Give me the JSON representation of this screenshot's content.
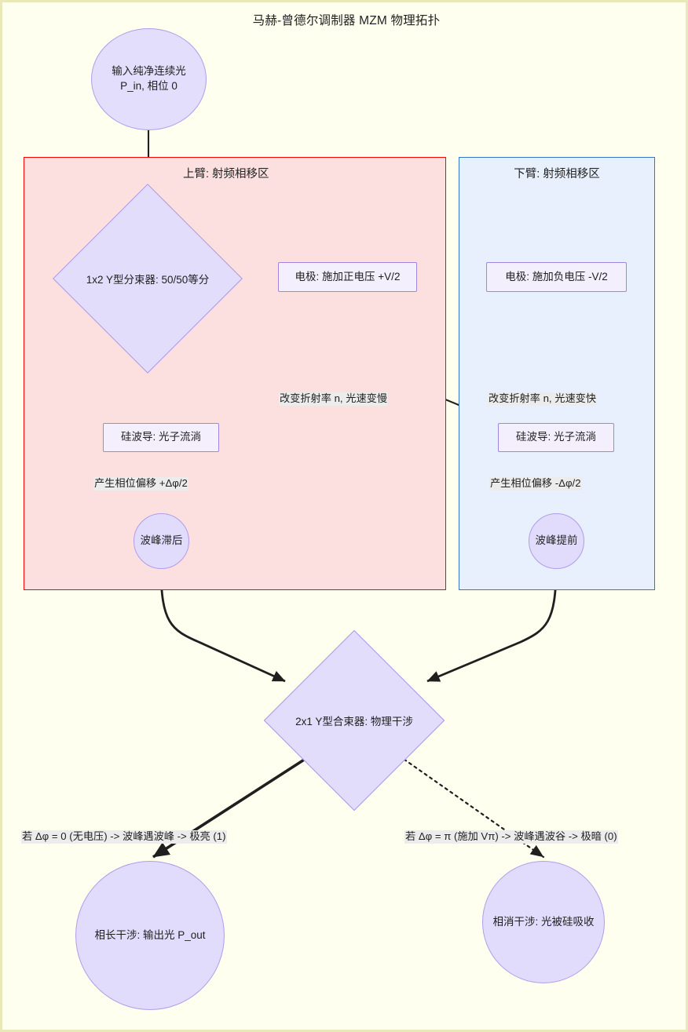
{
  "diagram": {
    "title": "马赫-曾德尔调制器 MZM 物理拓扑",
    "type": "flowchart",
    "direction": "top-down"
  },
  "nodes": {
    "input": "输入纯净连续光\nP_in, 相位 0",
    "input_line1": "输入纯净连续光",
    "input_line2": "P_in, 相位 0",
    "splitter": "1x2 Y型分束器: 50/50等分",
    "electrode_upper": "电极: 施加正电压 +V/2",
    "electrode_lower": "电极: 施加负电压 -V/2",
    "waveguide_upper": "硅波导: 光子流淌",
    "waveguide_lower": "硅波导: 光子流淌",
    "peak_lag": "波峰滞后",
    "peak_lead": "波峰提前",
    "combiner": "2x1 Y型合束器: 物理干涉",
    "constructive": "相长干涉: 输出光 P_out",
    "destructive": "相消干涉: 光被硅吸收"
  },
  "subgraphs": {
    "upper": "上臂: 射频相移区",
    "lower": "下臂: 射频相移区"
  },
  "edge_labels": {
    "index_upper": "改变折射率 n, 光速变慢",
    "index_lower": "改变折射率 n, 光速变快",
    "phase_upper": "产生相位偏移 +Δφ/2",
    "phase_lower": "产生相位偏移 -Δφ/2",
    "result_bright": "若 Δφ = 0 (无电压) -> 波峰遇波峰 -> 极亮 (1)",
    "result_dark": "若 Δφ = π (施加 Vπ) -> 波峰遇波谷 -> 极暗 (0)"
  },
  "colors": {
    "canvas_background": "#fffff0",
    "canvas_border": "#e8e8b8",
    "upper_arm_fill": "#fce0e0",
    "upper_arm_border": "#ff0000",
    "lower_arm_fill": "#e7f0fc",
    "lower_arm_border": "#3576c4",
    "node_fill": "#f3effc",
    "node_border": "#9f86e0",
    "circle_fill": "#e1dcfb",
    "diamond_fill": "#e2ddfa",
    "edge_stroke": "#1f1f1f",
    "edge_label_background": "#ececec"
  }
}
